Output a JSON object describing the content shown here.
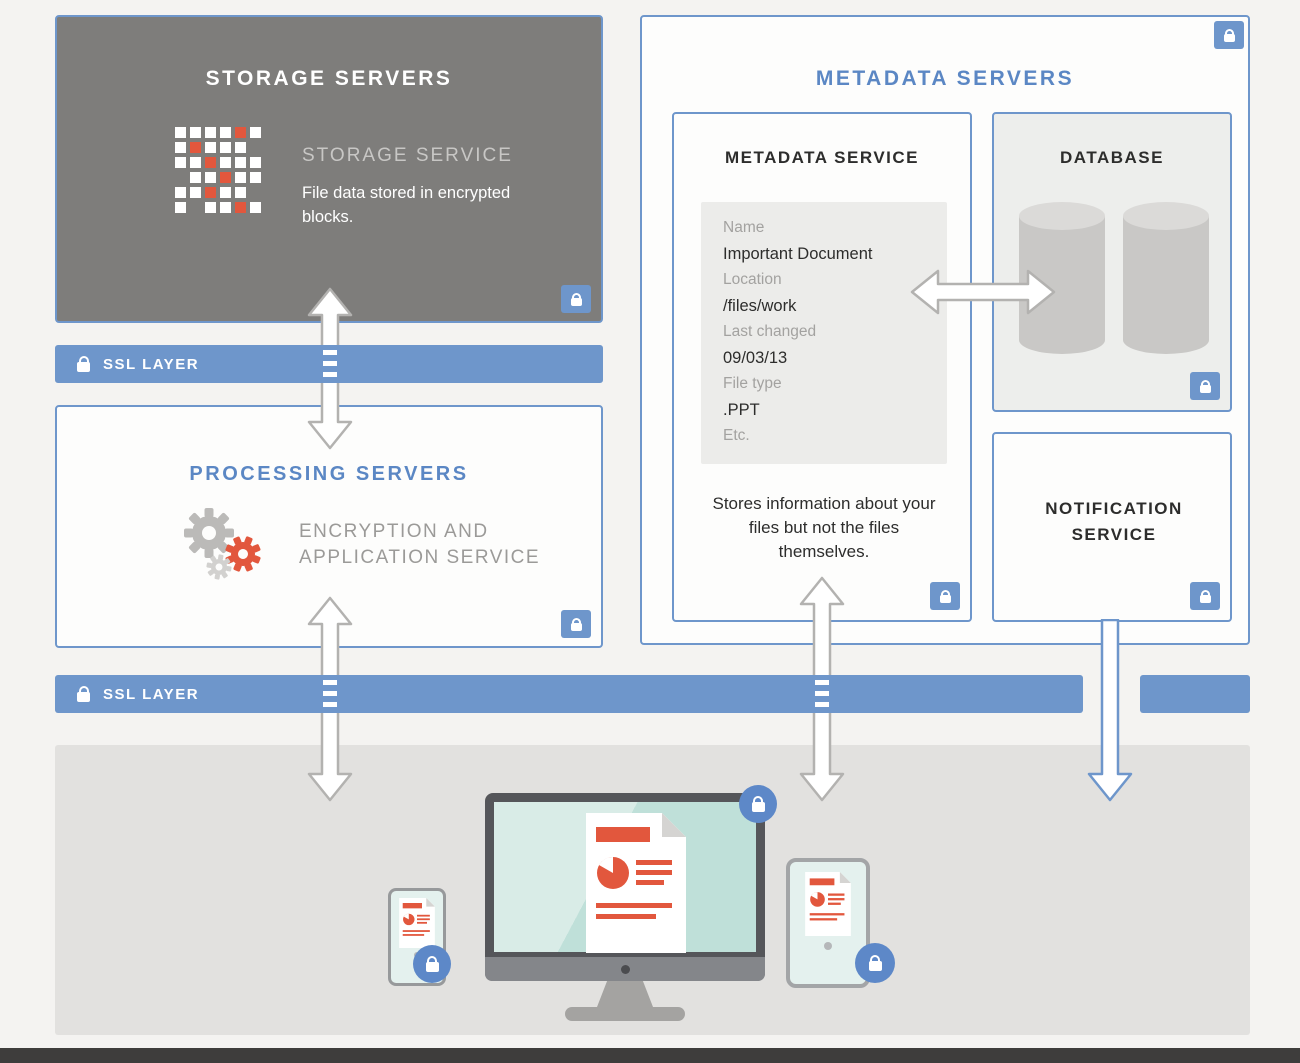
{
  "colors": {
    "background": "#f4f3f1",
    "accent_blue": "#6e96cb",
    "heading_blue": "#5b87c4",
    "box_dark_gray": "#7e7d7b",
    "accent_orange": "#e2573d",
    "client_area_gray": "#e2e1df",
    "panel_gray": "#ececea",
    "text_dark": "#2d2d2c",
    "text_gray": "#a3a2a0",
    "footer_dark": "#3e3d3c"
  },
  "storage_servers": {
    "title": "STORAGE SERVERS",
    "service_title": "STORAGE SERVICE",
    "description": "File data stored in encrypted blocks.",
    "blocks_icon": {
      "pattern": [
        [
          1,
          1,
          1,
          1,
          2,
          1
        ],
        [
          1,
          2,
          1,
          1,
          1,
          0
        ],
        [
          1,
          1,
          2,
          1,
          1,
          1
        ],
        [
          0,
          1,
          1,
          2,
          1,
          1
        ],
        [
          1,
          1,
          2,
          1,
          1,
          0
        ],
        [
          1,
          0,
          1,
          1,
          2,
          1
        ]
      ]
    }
  },
  "ssl_layers": {
    "upper": {
      "label": "SSL LAYER"
    },
    "lower": {
      "label": "SSL LAYER"
    }
  },
  "processing_servers": {
    "title": "PROCESSING SERVERS",
    "service_title": "ENCRYPTION AND APPLICATION SERVICE"
  },
  "metadata_servers": {
    "title": "METADATA SERVERS",
    "metadata_service": {
      "title": "METADATA SERVICE",
      "fields": [
        {
          "label": "Name",
          "value": "Important Document"
        },
        {
          "label": "Location",
          "value": "/files/work"
        },
        {
          "label": "Last changed",
          "value": "09/03/13"
        },
        {
          "label": "File type",
          "value": ".PPT"
        },
        {
          "label": "Etc.",
          "value": ""
        }
      ],
      "description": "Stores information about your files but not the files themselves."
    },
    "database": {
      "title": "DATABASE"
    },
    "notification_service": {
      "title": "NOTIFICATION SERVICE"
    }
  }
}
